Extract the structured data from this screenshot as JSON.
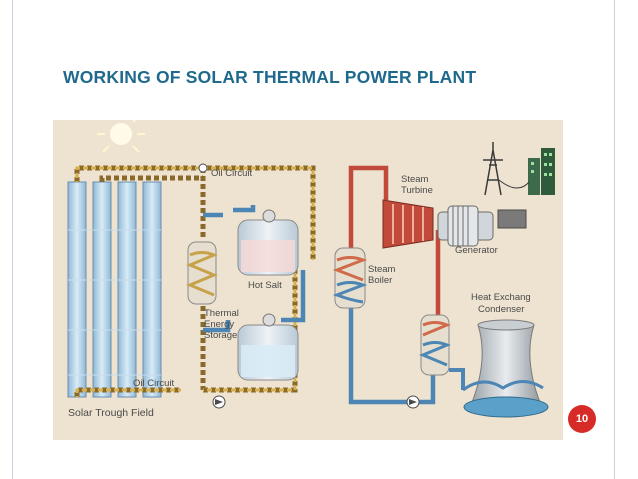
{
  "slide": {
    "title": "WORKING OF SOLAR THERMAL POWER PLANT",
    "page_number": "10"
  },
  "diagram": {
    "labels": {
      "oil_circuit_top": "Oil Circuit",
      "oil_circuit_bottom": "Oil Circuit",
      "hot_salt": "Hot Salt",
      "thermal_storage_1": "Thermal",
      "thermal_storage_2": "Energy",
      "thermal_storage_3": "Storage",
      "steam_turbine_1": "Steam",
      "steam_turbine_2": "Turbine",
      "generator": "Generator",
      "steam_boiler_1": "Steam",
      "steam_boiler_2": "Boiler",
      "heat_exchange_1": "Heat Exchang",
      "heat_exchange_2": "Condenser",
      "solar_field": "Solar Trough Field"
    },
    "colors": {
      "background": "#ede3d0",
      "oil_pipe": "#c8a24a",
      "water_pipe": "#4d86b4",
      "steam_pipe": "#c24a3a",
      "title": "#1f6a8c",
      "badge": "#d62b27"
    }
  }
}
